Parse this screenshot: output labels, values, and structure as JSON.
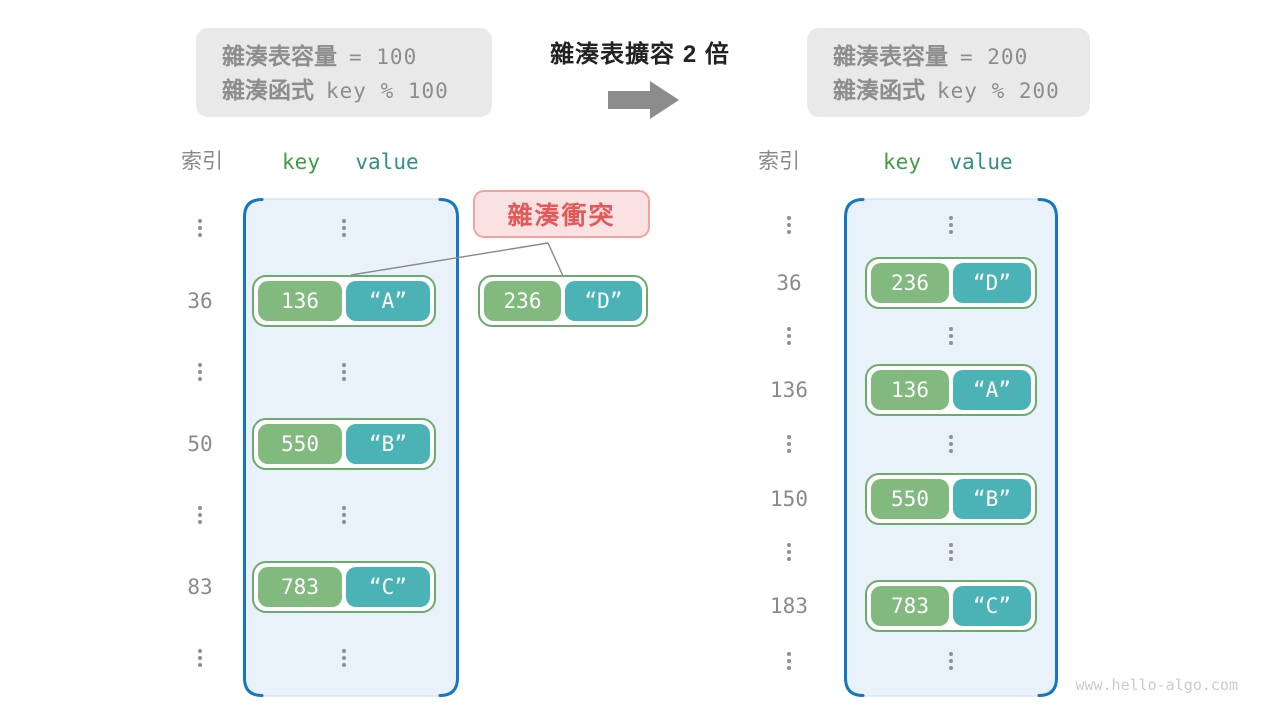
{
  "header": {
    "title": "雜湊表擴容 2 倍",
    "left_box": {
      "capacity_label": "雜湊表容量",
      "capacity_value": "= 100",
      "function_label": "雜湊函式",
      "function_value": "key % 100"
    },
    "right_box": {
      "capacity_label": "雜湊表容量",
      "capacity_value": "= 200",
      "function_label": "雜湊函式",
      "function_value": "key % 200"
    }
  },
  "collision_label": "雜湊衝突",
  "standalone_pair": {
    "key": "236",
    "value": "“D”"
  },
  "left_table": {
    "headers": {
      "index": "索引",
      "key": "key",
      "value": "value"
    },
    "rows": [
      {
        "index": "36",
        "key": "136",
        "value": "“A”"
      },
      {
        "index": "50",
        "key": "550",
        "value": "“B”"
      },
      {
        "index": "83",
        "key": "783",
        "value": "“C”"
      }
    ]
  },
  "right_table": {
    "headers": {
      "index": "索引",
      "key": "key",
      "value": "value"
    },
    "rows": [
      {
        "index": "36",
        "key": "236",
        "value": "“D”"
      },
      {
        "index": "136",
        "key": "136",
        "value": "“A”"
      },
      {
        "index": "150",
        "key": "550",
        "value": "“B”"
      },
      {
        "index": "183",
        "key": "783",
        "value": "“C”"
      }
    ]
  },
  "watermark": "www.hello-algo.com",
  "colors": {
    "table_fill": "#e9f2fa",
    "table_border": "#1477c0",
    "key_pill": "#81b97f",
    "value_pill": "#4bb2b5",
    "pair_border": "#6cab6c",
    "key_header": "#3f9e45",
    "value_header": "#2e8e88",
    "collision_text": "#e45858",
    "collision_border": "#f2a2a2",
    "collision_bg": "#fbe2e2",
    "gray_box_bg": "#e9e9e9",
    "gray_text": "#8d8d8d",
    "arrow": "#8c8c8c"
  }
}
